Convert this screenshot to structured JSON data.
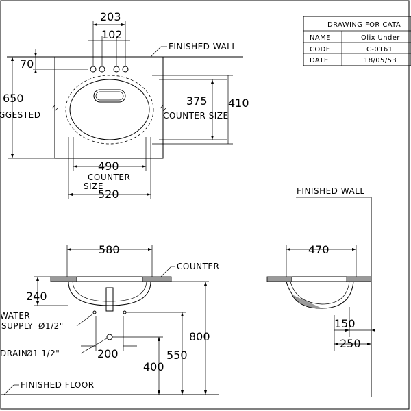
{
  "title_block": {
    "header": "DRAWING FOR CATA",
    "rows": [
      {
        "label": "NAME",
        "value": "Olix Under"
      },
      {
        "label": "CODE",
        "value": "C-0161"
      },
      {
        "label": "DATE",
        "value": "18/05/53"
      }
    ]
  },
  "plan_view": {
    "dim_203": "203",
    "dim_102": "102",
    "dim_70": "70",
    "dim_650": "650",
    "suggested": "GGESTED",
    "dim_375": "375",
    "dim_410": "410",
    "counter_size_right": "COUNTER SIZE",
    "dim_490": "490",
    "counter_below_1": "COUNTER",
    "counter_below_2": "SIZE",
    "dim_520": "520",
    "finished_wall": "FINISHED WALL"
  },
  "front_view": {
    "dim_580": "580",
    "counter": "COUNTER",
    "dim_240": "240",
    "water_1": "WATER",
    "water_2": "SUPPLY",
    "water_size": "Ø1/2\"",
    "drain": "DRAIN",
    "drain_size": "Ø1 1/2\"",
    "dim_200": "200",
    "dim_800": "800",
    "dim_550": "550",
    "dim_400": "400",
    "finished_floor": "FINISHED FLOOR"
  },
  "side_view": {
    "finished_wall": "FINISHED WALL",
    "dim_470": "470",
    "dim_150": "150",
    "dim_250": "250"
  }
}
